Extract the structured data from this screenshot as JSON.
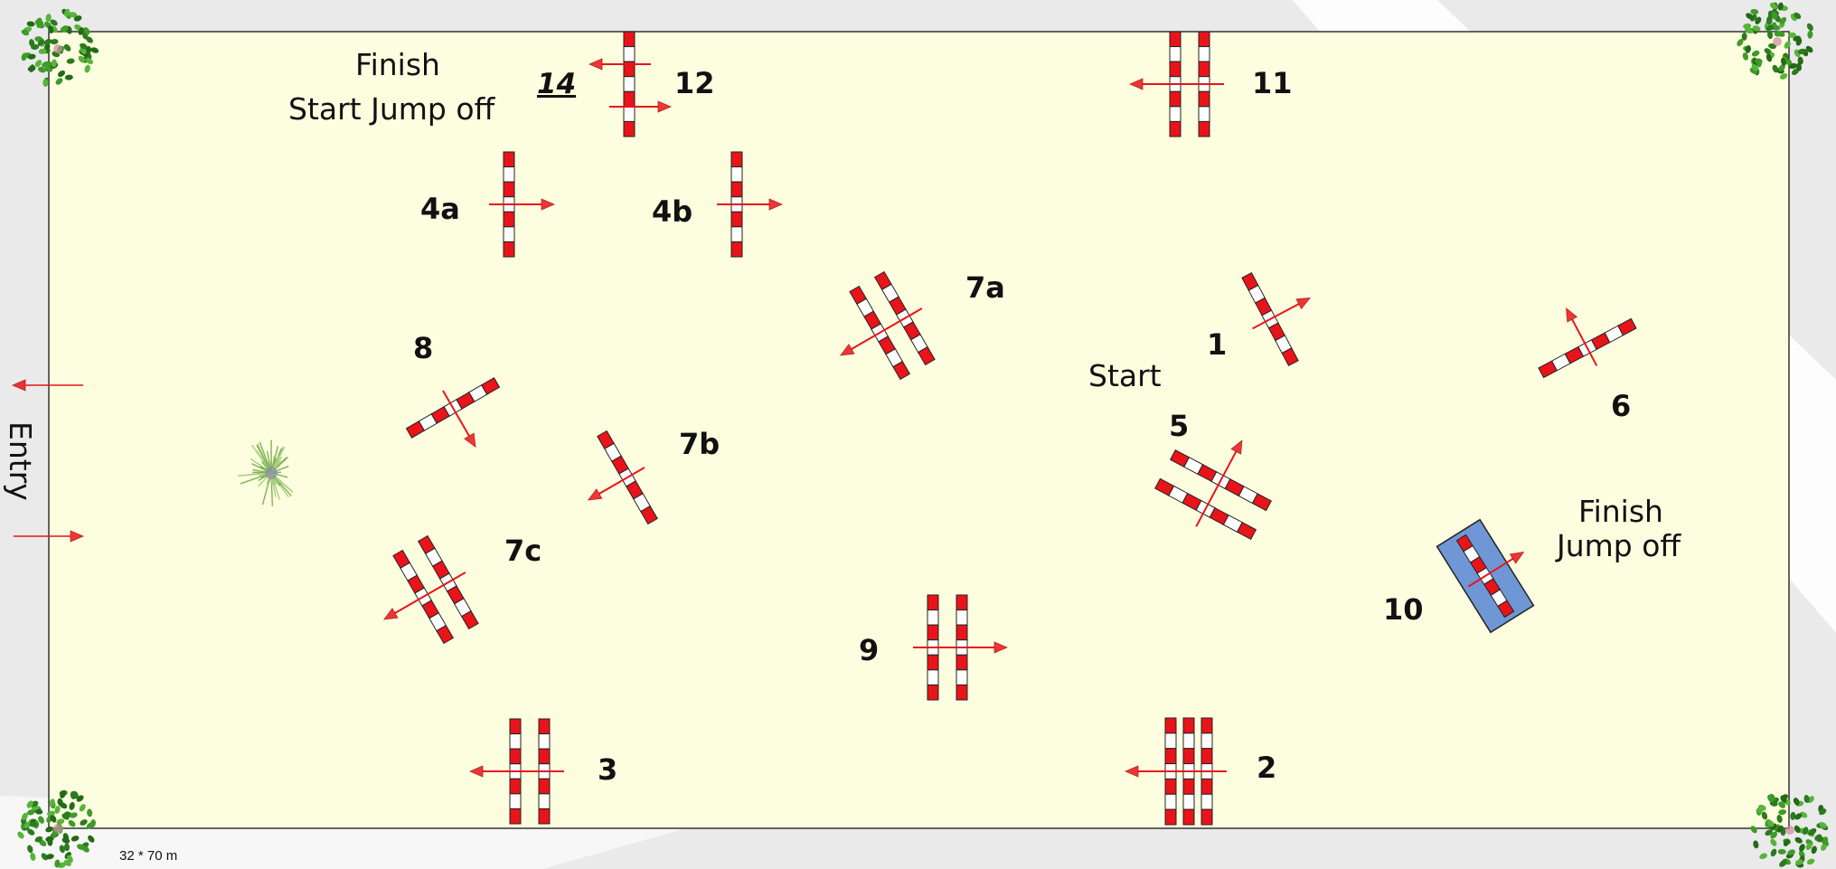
{
  "arena": {
    "dimensions": "32 * 70 m",
    "colors": {
      "arena_fill": "#fdfedf",
      "pole_red": "#e8141a",
      "pole_white": "#ffffff",
      "water_blue": "#6f97d6",
      "arrow": "#e8141a",
      "outside": "#eaeaea"
    }
  },
  "labels": {
    "entry": "Entry",
    "start": "Start",
    "finish_top": "Finish",
    "start_jump_off": "Start Jump off",
    "finish_right": "Finish",
    "jump_off_right": "Jump off",
    "round_14": "14"
  },
  "obstacles": [
    {
      "id": "o1",
      "number": "1",
      "type": "vertical"
    },
    {
      "id": "o2",
      "number": "2",
      "type": "triple bar"
    },
    {
      "id": "o3",
      "number": "3",
      "type": "oxer"
    },
    {
      "id": "o4a",
      "number": "4a",
      "type": "vertical"
    },
    {
      "id": "o4b",
      "number": "4b",
      "type": "vertical"
    },
    {
      "id": "o5",
      "number": "5",
      "type": "oxer"
    },
    {
      "id": "o6",
      "number": "6",
      "type": "vertical"
    },
    {
      "id": "o7a",
      "number": "7a",
      "type": "oxer"
    },
    {
      "id": "o7b",
      "number": "7b",
      "type": "vertical"
    },
    {
      "id": "o7c",
      "number": "7c",
      "type": "oxer"
    },
    {
      "id": "o8",
      "number": "8",
      "type": "vertical"
    },
    {
      "id": "o9",
      "number": "9",
      "type": "oxer"
    },
    {
      "id": "o10",
      "number": "10",
      "type": "water jump"
    },
    {
      "id": "o11",
      "number": "11",
      "type": "oxer"
    },
    {
      "id": "o12",
      "number": "12",
      "type": "vertical"
    }
  ],
  "decorations": [
    "tree-icon",
    "tree-icon",
    "tree-icon",
    "tree-icon",
    "plant-icon"
  ]
}
